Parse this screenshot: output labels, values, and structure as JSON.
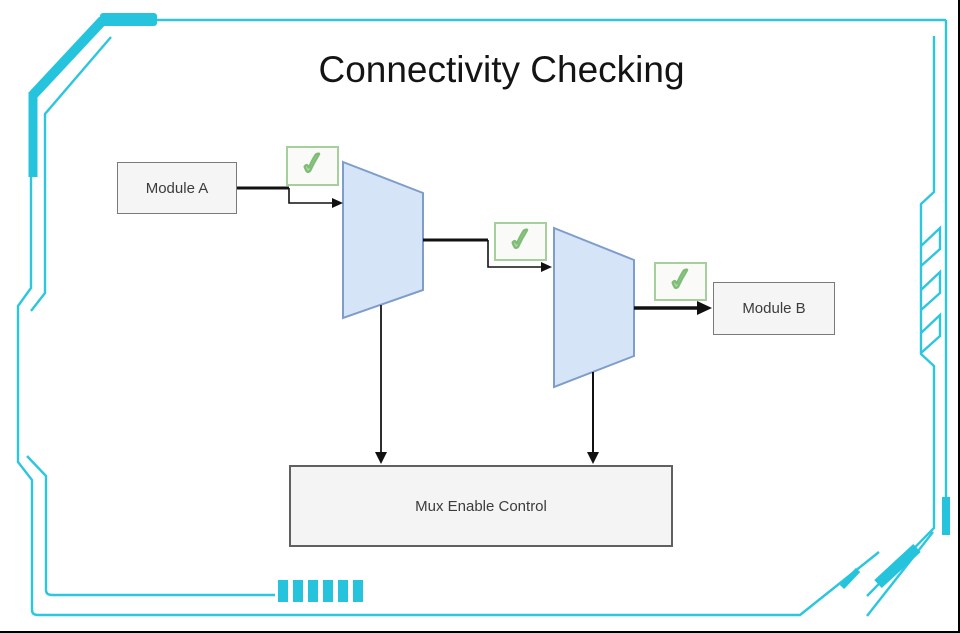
{
  "page": {
    "title": "Connectivity Checking"
  },
  "nodes": {
    "module_a": {
      "label": "Module A"
    },
    "module_b": {
      "label": "Module B"
    },
    "mux_enable_control": {
      "label": "Mux Enable Control"
    },
    "mux_1": {
      "label": ""
    },
    "mux_2": {
      "label": ""
    }
  },
  "icons": {
    "check": "✓"
  },
  "checks": [
    {
      "id": "check-module-a-to-mux1",
      "status": "pass"
    },
    {
      "id": "check-mux1-to-mux2",
      "status": "pass"
    },
    {
      "id": "check-mux2-to-module-b",
      "status": "pass"
    }
  ],
  "colors": {
    "accent_cyan": "#2cc6de",
    "mux_fill": "#d6e4f7",
    "mux_stroke": "#7e9dcb",
    "node_fill": "#f5f5f5",
    "node_border": "#7a7a7a",
    "check_border": "#a6cf9c",
    "check_glyph": "#8fc787",
    "wire": "#111111"
  }
}
